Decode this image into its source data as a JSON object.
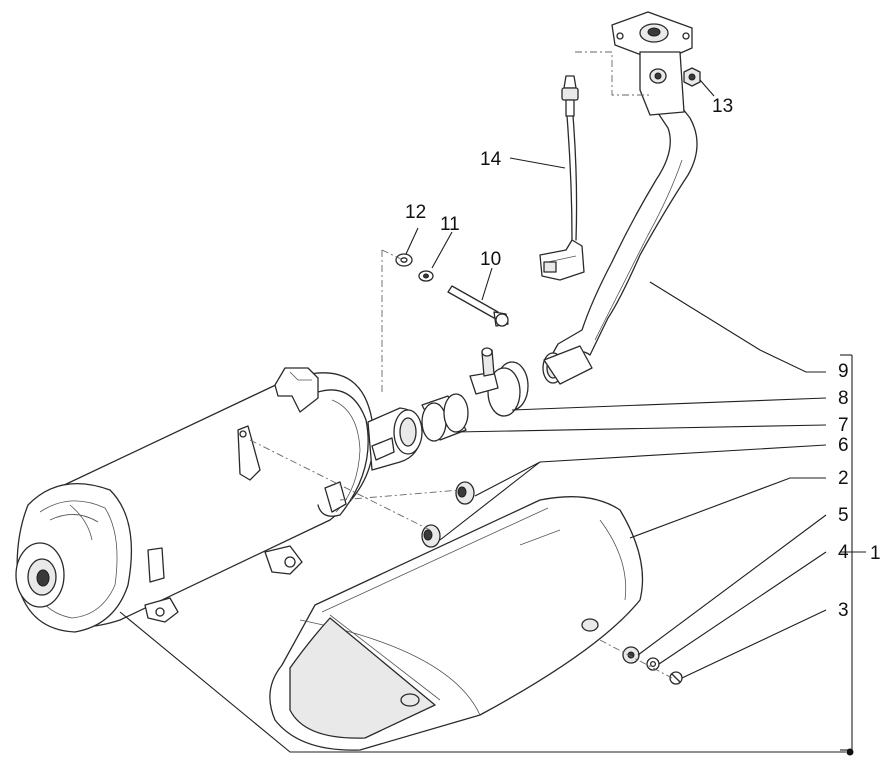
{
  "colors": {
    "line": "#2a2a2a",
    "fill": "#ffffff",
    "shade": "#e9e9e9"
  },
  "callouts": {
    "c1": "1",
    "c2": "2",
    "c3": "3",
    "c4": "4",
    "c5": "5",
    "c6": "6",
    "c7": "7",
    "c8": "8",
    "c9": "9",
    "c10": "10",
    "c11": "11",
    "c12": "12",
    "c13": "13",
    "c14": "14"
  }
}
